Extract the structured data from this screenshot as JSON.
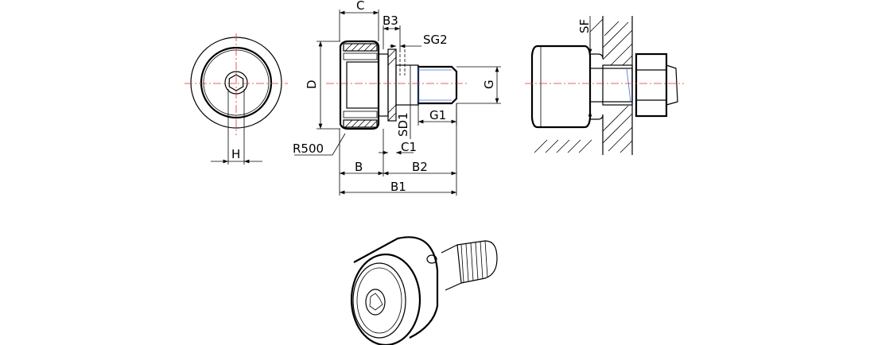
{
  "labels": {
    "C": "C",
    "B3": "B3",
    "SG2": "SG2",
    "SF": "SF",
    "D": "D",
    "G": "G",
    "SD1": "SD1",
    "G1": "G1",
    "C1": "C1",
    "R500": "R500",
    "H": "H",
    "B": "B",
    "B2": "B2",
    "B1": "B1"
  }
}
